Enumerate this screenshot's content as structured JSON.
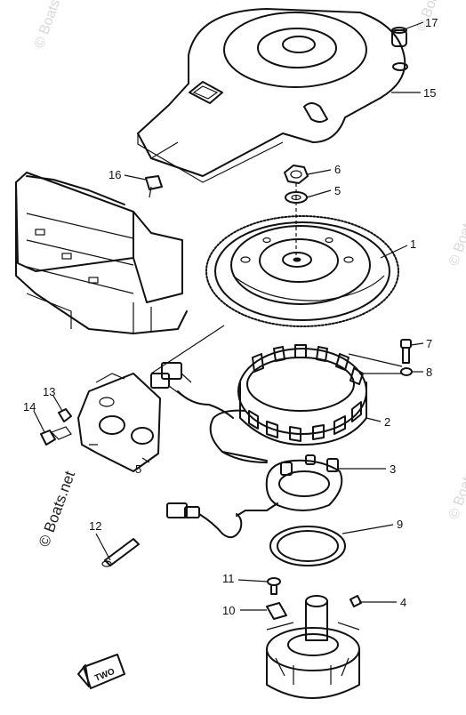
{
  "watermarks": {
    "top_left": "© Boats.net",
    "top_right": "© Boats.net",
    "mid_right": "© Boats.net",
    "lower_right": "© Boats.net",
    "bottom_left": "© Boats.net"
  },
  "direction_box": {
    "label": "TWO"
  },
  "callouts": {
    "c1": "1",
    "c2": "2",
    "c3": "3",
    "c4": "4",
    "c5": "5",
    "c6": "6",
    "c7": "7",
    "c8": "8",
    "c9": "9",
    "c10": "10",
    "c11": "11",
    "c12": "12",
    "c13": "13",
    "c14": "14",
    "c15": "15",
    "c16": "16",
    "c17": "17"
  }
}
